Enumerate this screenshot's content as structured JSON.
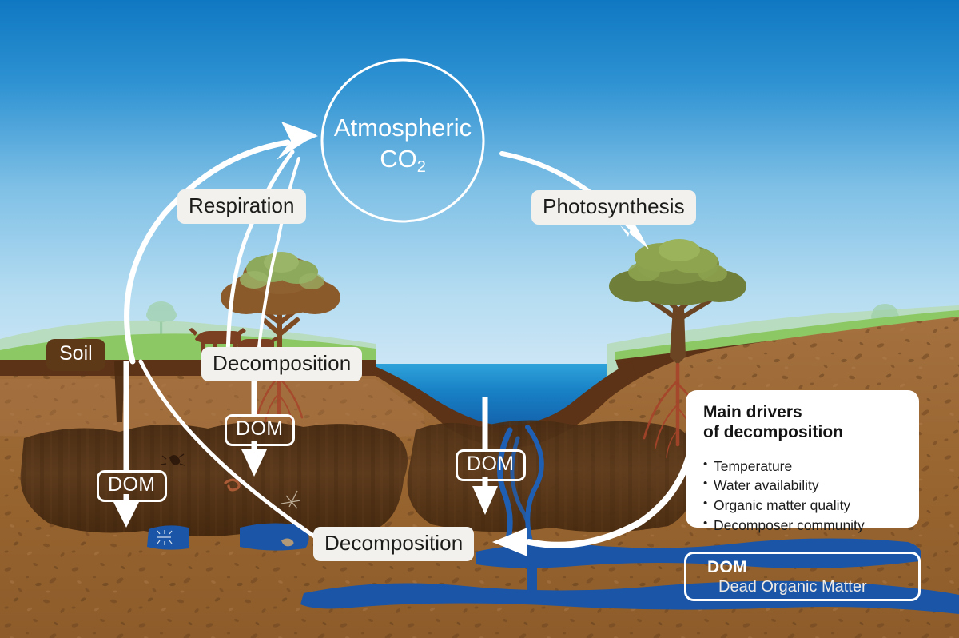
{
  "diagram": {
    "title": "Soil carbon cycle",
    "atmosphere": {
      "node_label_line1": "Atmospheric",
      "node_label_line2": "CO",
      "node_label_sub": "2"
    },
    "flows": [
      {
        "id": "respiration",
        "label": "Respiration",
        "direction": "up",
        "style": "white-pill"
      },
      {
        "id": "photosynthesis",
        "label": "Photosynthesis",
        "direction": "down",
        "style": "white-pill"
      },
      {
        "id": "decomposition-upland",
        "label": "Decomposition",
        "direction": "up",
        "style": "white-pill"
      },
      {
        "id": "decomposition-subsurface",
        "label": "Decomposition",
        "direction": "left",
        "style": "white-pill"
      }
    ],
    "dom_chips": [
      {
        "id": "dom-left",
        "label": "DOM"
      },
      {
        "id": "dom-mid",
        "label": "DOM"
      },
      {
        "id": "dom-centre",
        "label": "DOM"
      }
    ],
    "soil_label": "Soil",
    "drivers_card": {
      "title_line1": "Main drivers",
      "title_line2": "of decomposition",
      "items": [
        "Temperature",
        "Water availability",
        "Organic matter quality",
        "Decomposer community"
      ]
    },
    "legend": {
      "abbr": "DOM",
      "expansion": "Dead Organic Matter"
    },
    "colors": {
      "sky_top": "#1179C0",
      "sky_bottom": "#CFE6F5",
      "grass": "#8CC863",
      "grass_shade": "#A8D9B0",
      "topsoil": "#5C3317",
      "subsoil": "#9A6637",
      "subsoil_light": "#A97345",
      "organic_horizon": "#5B3A1E",
      "water_deep": "#1A55A8",
      "water_sea_top": "#1583C4",
      "arrow_white": "#FFFFFF",
      "card_bg": "#FFFFFF",
      "soil_pill": "#5E3918",
      "tree_left_canopy": "#8B5A2B",
      "tree_right_canopy": "#6F7F3A",
      "cow": "#7B3F22"
    }
  }
}
